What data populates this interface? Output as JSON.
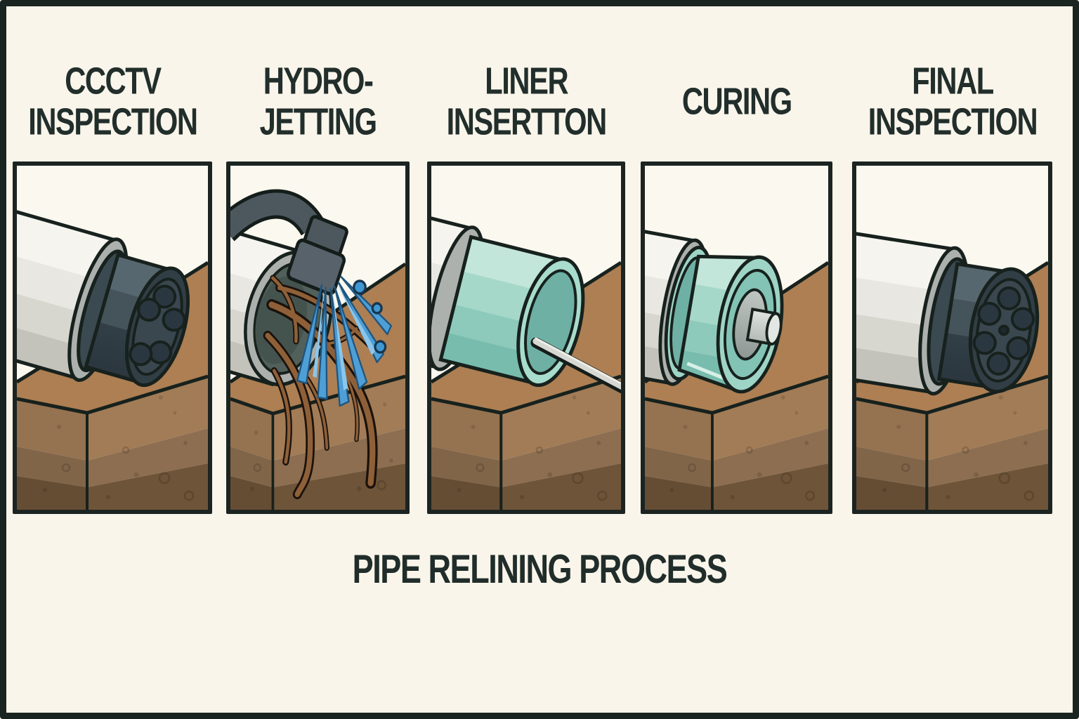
{
  "poster": {
    "caption": "PIPE RELINING PROCESS",
    "steps": [
      {
        "id": "cctv-inspection",
        "title": "CCCTV\nINSPECTION",
        "illustration": "cctv-camera-head-with-five-lenses-emerging-from-pipe-over-soil"
      },
      {
        "id": "hydro-jetting",
        "title": "HYDRO-\nJETTING",
        "illustration": "high-pressure-hose-nozzle-spraying-blue-water-jets-onto-tree-roots-in-pipe-opening"
      },
      {
        "id": "liner-insertion",
        "title": "LINER\nINSERTTON",
        "illustration": "teal-resin-liner-tube-inserted-in-pipe-with-pull-rod"
      },
      {
        "id": "curing",
        "title": "CURING",
        "illustration": "curing-bladder-and-core-inflated-inside-teal-liner-in-pipe"
      },
      {
        "id": "final-inspection",
        "title": "FINAL\nINSPECTION",
        "illustration": "cctv-camera-head-with-six-lenses-re-inspecting-relined-pipe"
      }
    ],
    "colors": {
      "background": "#f9f5ea",
      "panel_sky": "#fbf8ef",
      "frame": "#1a2420",
      "text": "#222e2b",
      "soil_top": "#ad7f53",
      "soil_band_light": "#a27c57",
      "soil_band_mid": "#8d6e50",
      "soil_band_dark": "#6e5438",
      "pipe_gray": "#e7e6e0",
      "pipe_rim_gray": "#adb1ad",
      "camera_dark": "#36434b",
      "liner_teal": "#9ed4c6",
      "liner_teal_deep": "#6fb0a4",
      "water_blue": "#4e9fd6",
      "root_brown": "#8f6038"
    }
  }
}
